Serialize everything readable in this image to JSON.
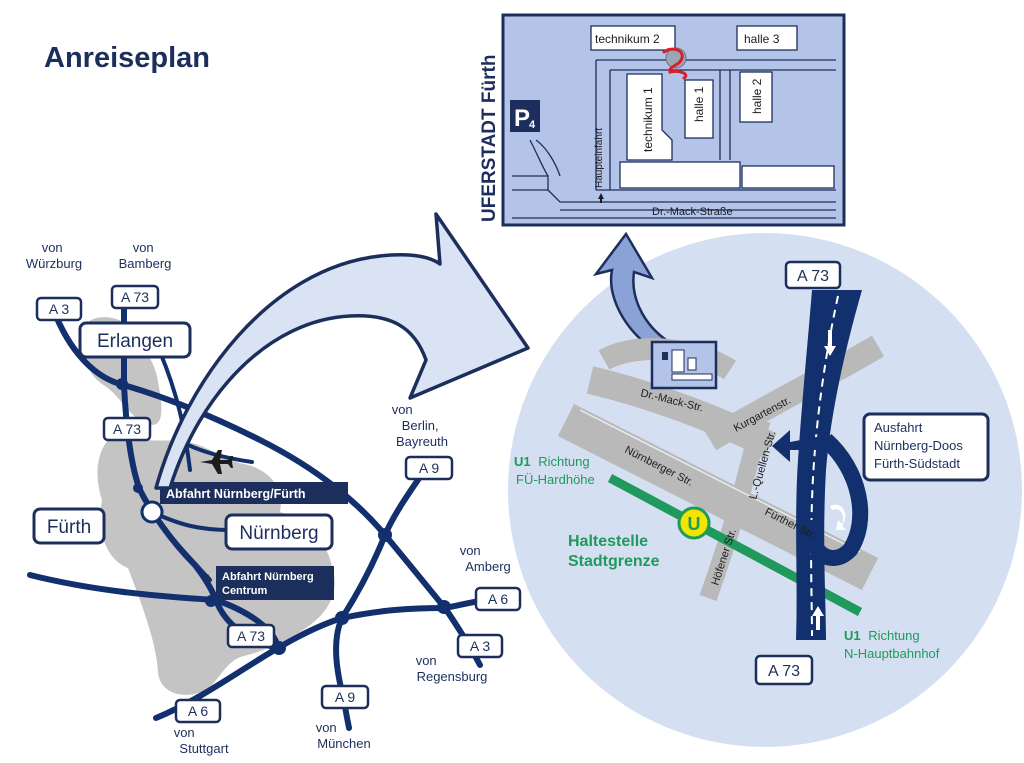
{
  "title": "Anreiseplan",
  "colors": {
    "navy": "#1c2f5c",
    "motorway": "#13306e",
    "city_area": "#c4c4c4",
    "circle_bg": "#d5dff2",
    "site_bg": "#b4c4e8",
    "street": "#b9b9b9",
    "u_line": "#1f9a5c",
    "u_badge": "#f1e600"
  },
  "overview": {
    "origins": {
      "wuerzburg": [
        "von",
        "Würzburg"
      ],
      "bamberg": [
        "von",
        "Bamberg"
      ],
      "berlin": [
        "von",
        "Berlin,",
        "Bayreuth"
      ],
      "amberg": [
        "von",
        "Amberg"
      ],
      "regensburg": [
        "von",
        "Regensburg"
      ],
      "stuttgart": [
        "von",
        "Stuttgart"
      ],
      "muenchen": [
        "von",
        "München"
      ]
    },
    "road_shields": {
      "a3_west": "A 3",
      "a73_north": "A 73",
      "a73_mid": "A 73",
      "a73_south": "A 73",
      "a9_north": "A 9",
      "a9_south": "A 9",
      "a6_east": "A 6",
      "a6_west": "A 6",
      "a3_east": "A 3"
    },
    "cities": {
      "erlangen": "Erlangen",
      "fuerth": "Fürth",
      "nuernberg": "Nürnberg"
    },
    "exits": {
      "nuernberg_fuerth": "Abfahrt Nürnberg/Fürth",
      "centrum": [
        "Abfahrt Nürnberg",
        "Centrum"
      ]
    },
    "icons": {
      "airport": "airplane-icon"
    }
  },
  "detail": {
    "shield_top": "A 73",
    "shield_bottom": "A 73",
    "streets": {
      "mack": "Dr.-Mack-Str.",
      "kurgarten": "Kurgartenstr.",
      "quellen": "L.-Quellen-Str.",
      "nuernberger": "Nürnberger Str.",
      "fuerther": "Fürther Str.",
      "hoefener": "Höfener Str."
    },
    "exit_sign": [
      "Ausfahrt",
      "Nürnberg-Doos",
      "Fürth-Südstadt"
    ],
    "u1_top": {
      "line": "U1",
      "label": "Richtung",
      "dest": "FÜ-Hardhöhe"
    },
    "u1_bottom": {
      "line": "U1",
      "label": "Richtung",
      "dest": "N-Hauptbahnhof"
    },
    "u_badge": "U",
    "stop": [
      "Haltestelle",
      "Stadtgrenze"
    ]
  },
  "site": {
    "vertical_title": "UFERSTADT Fürth",
    "parking": "P",
    "parking_sub": "4",
    "buildings": {
      "technikum2": "technikum 2",
      "halle3": "halle 3",
      "technikum1": "technikum 1",
      "halle1": "halle 1",
      "halle2": "halle 2"
    },
    "haupteinfahrt": "Haupteinfahrt",
    "mack_strasse": "Dr.-Mack-Straße"
  }
}
